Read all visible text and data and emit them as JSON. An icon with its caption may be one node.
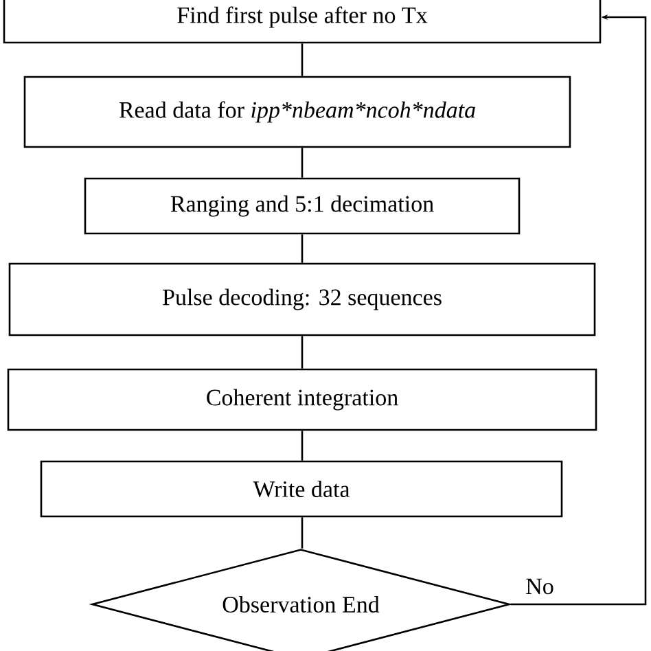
{
  "diagram": {
    "nodes": [
      {
        "text": [
          "Find first pulse after no Tx"
        ]
      },
      {
        "text": [
          "Read data for",
          "ipp*nbeam*ncoh*ndata"
        ]
      },
      {
        "text": [
          "Ranging and 5:1 decimation"
        ]
      },
      {
        "text": [
          "Pulse decoding: 32 sequences"
        ]
      },
      {
        "text": [
          "Coherent integration"
        ]
      },
      {
        "text": [
          "Write data"
        ]
      },
      {
        "text": [
          "Observation End"
        ]
      }
    ],
    "edges": [
      {
        "from": 0,
        "to": 1,
        "arrow": "none"
      },
      {
        "from": 1,
        "to": 2,
        "arrow": "none"
      },
      {
        "from": 2,
        "to": 3,
        "arrow": "none"
      },
      {
        "from": 3,
        "to": 4,
        "arrow": "none"
      },
      {
        "from": 4,
        "to": 5,
        "arrow": "none"
      },
      {
        "from": 5,
        "to": 6,
        "arrow": "none"
      },
      {
        "from": 6,
        "to": 0,
        "arrow": "to",
        "label": "No"
      }
    ]
  }
}
